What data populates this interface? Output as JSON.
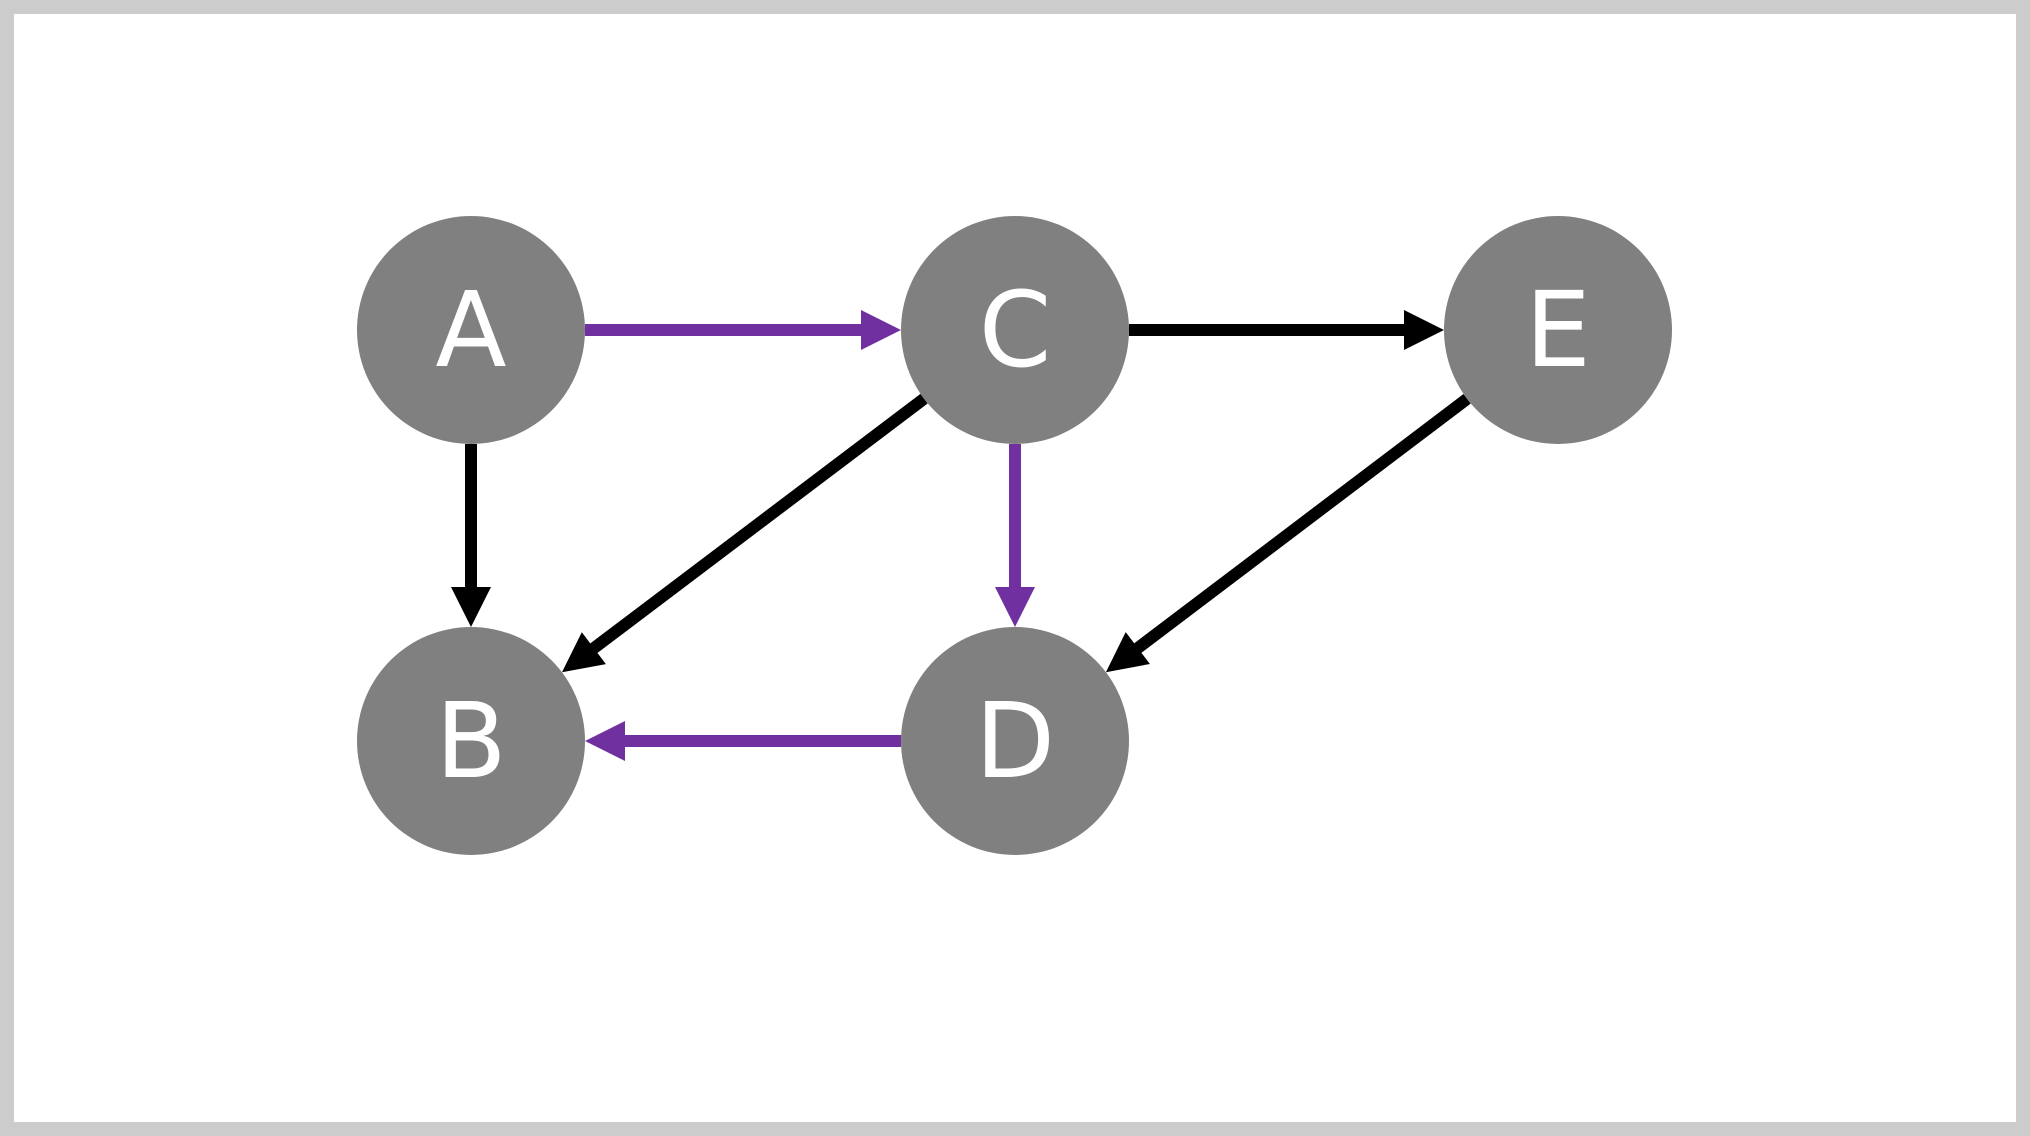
{
  "colors": {
    "frame": "#cccccc",
    "background": "#ffffff",
    "node_fill": "#808080",
    "node_text": "#ffffff",
    "edge_default": "#000000",
    "edge_highlight": "#7030a0"
  },
  "graph": {
    "nodes": [
      {
        "id": "A",
        "label": "A"
      },
      {
        "id": "B",
        "label": "B"
      },
      {
        "id": "C",
        "label": "C"
      },
      {
        "id": "D",
        "label": "D"
      },
      {
        "id": "E",
        "label": "E"
      }
    ],
    "edges": [
      {
        "from": "A",
        "to": "C",
        "highlighted": true
      },
      {
        "from": "A",
        "to": "B",
        "highlighted": false
      },
      {
        "from": "C",
        "to": "E",
        "highlighted": false
      },
      {
        "from": "C",
        "to": "B",
        "highlighted": false
      },
      {
        "from": "C",
        "to": "D",
        "highlighted": true
      },
      {
        "from": "D",
        "to": "B",
        "highlighted": true
      },
      {
        "from": "E",
        "to": "D",
        "highlighted": false
      }
    ]
  }
}
